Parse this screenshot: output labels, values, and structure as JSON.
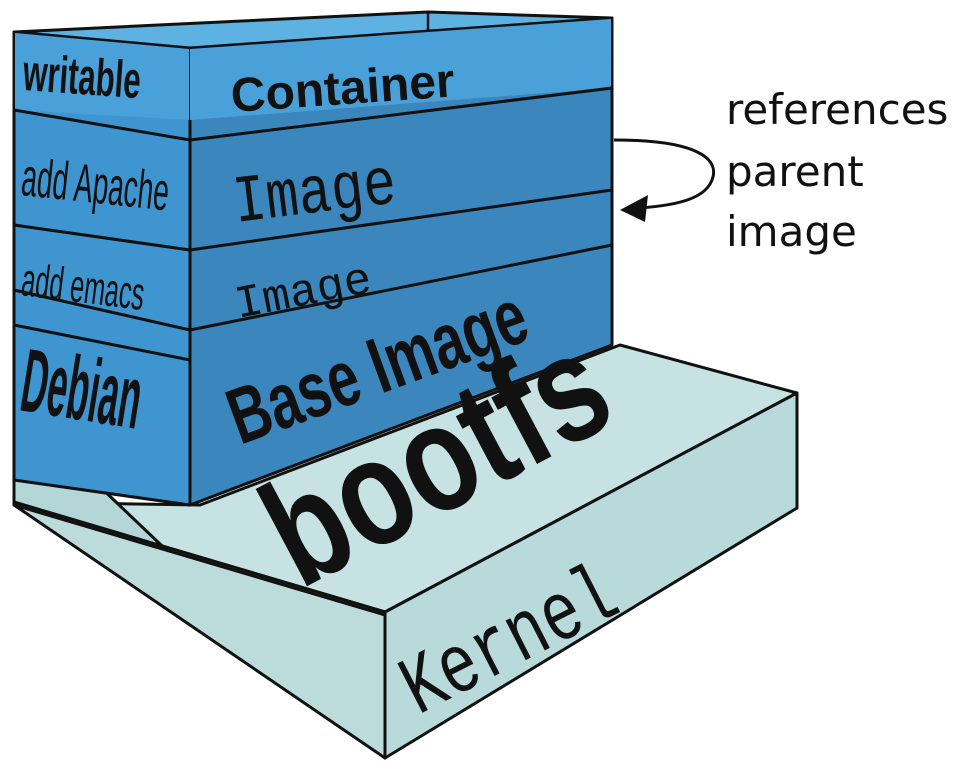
{
  "layers": {
    "container": {
      "side_label": "writable",
      "face_label": "Container"
    },
    "apache_image": {
      "side_label": "add Apache",
      "face_label": "Image"
    },
    "emacs_image": {
      "side_label": "add emacs",
      "face_label": "Image"
    },
    "base_image": {
      "side_label": "Debian",
      "face_label": "Base Image"
    }
  },
  "bootfs": {
    "label": "bootfs"
  },
  "kernel": {
    "label": "Kernel"
  },
  "annotation": {
    "line1": "references",
    "line2": "parent",
    "line3": "image"
  },
  "colors": {
    "layer_blue": "#3d8fc6",
    "layer_blue_light": "#4da3d8",
    "kernel_teal": "#bcdcdc"
  }
}
